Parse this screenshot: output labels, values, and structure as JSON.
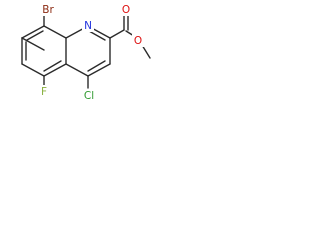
{
  "atoms": {
    "br": {
      "text": "Br",
      "color": "#8b2a12"
    },
    "n": {
      "text": "N",
      "color": "#2233dd"
    },
    "o1": {
      "text": "O",
      "color": "#dd1111"
    },
    "o2": {
      "text": "O",
      "color": "#dd1111"
    },
    "f": {
      "text": "F",
      "color": "#8ab040"
    },
    "cl": {
      "text": "Cl",
      "color": "#2f9a2f"
    }
  },
  "bond_color": "#2b2b2b"
}
